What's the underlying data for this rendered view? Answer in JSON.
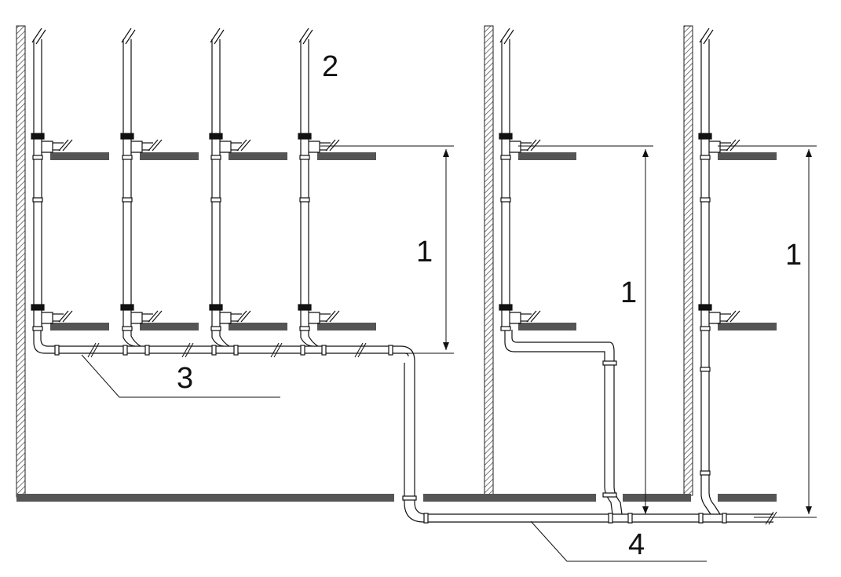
{
  "labels": {
    "dimension": "1",
    "riser": "2",
    "upper_collector": "3",
    "lower_collector": "4"
  },
  "colors": {
    "line": "#111111",
    "slab": "#555555",
    "wall_hatch": "#555555"
  }
}
